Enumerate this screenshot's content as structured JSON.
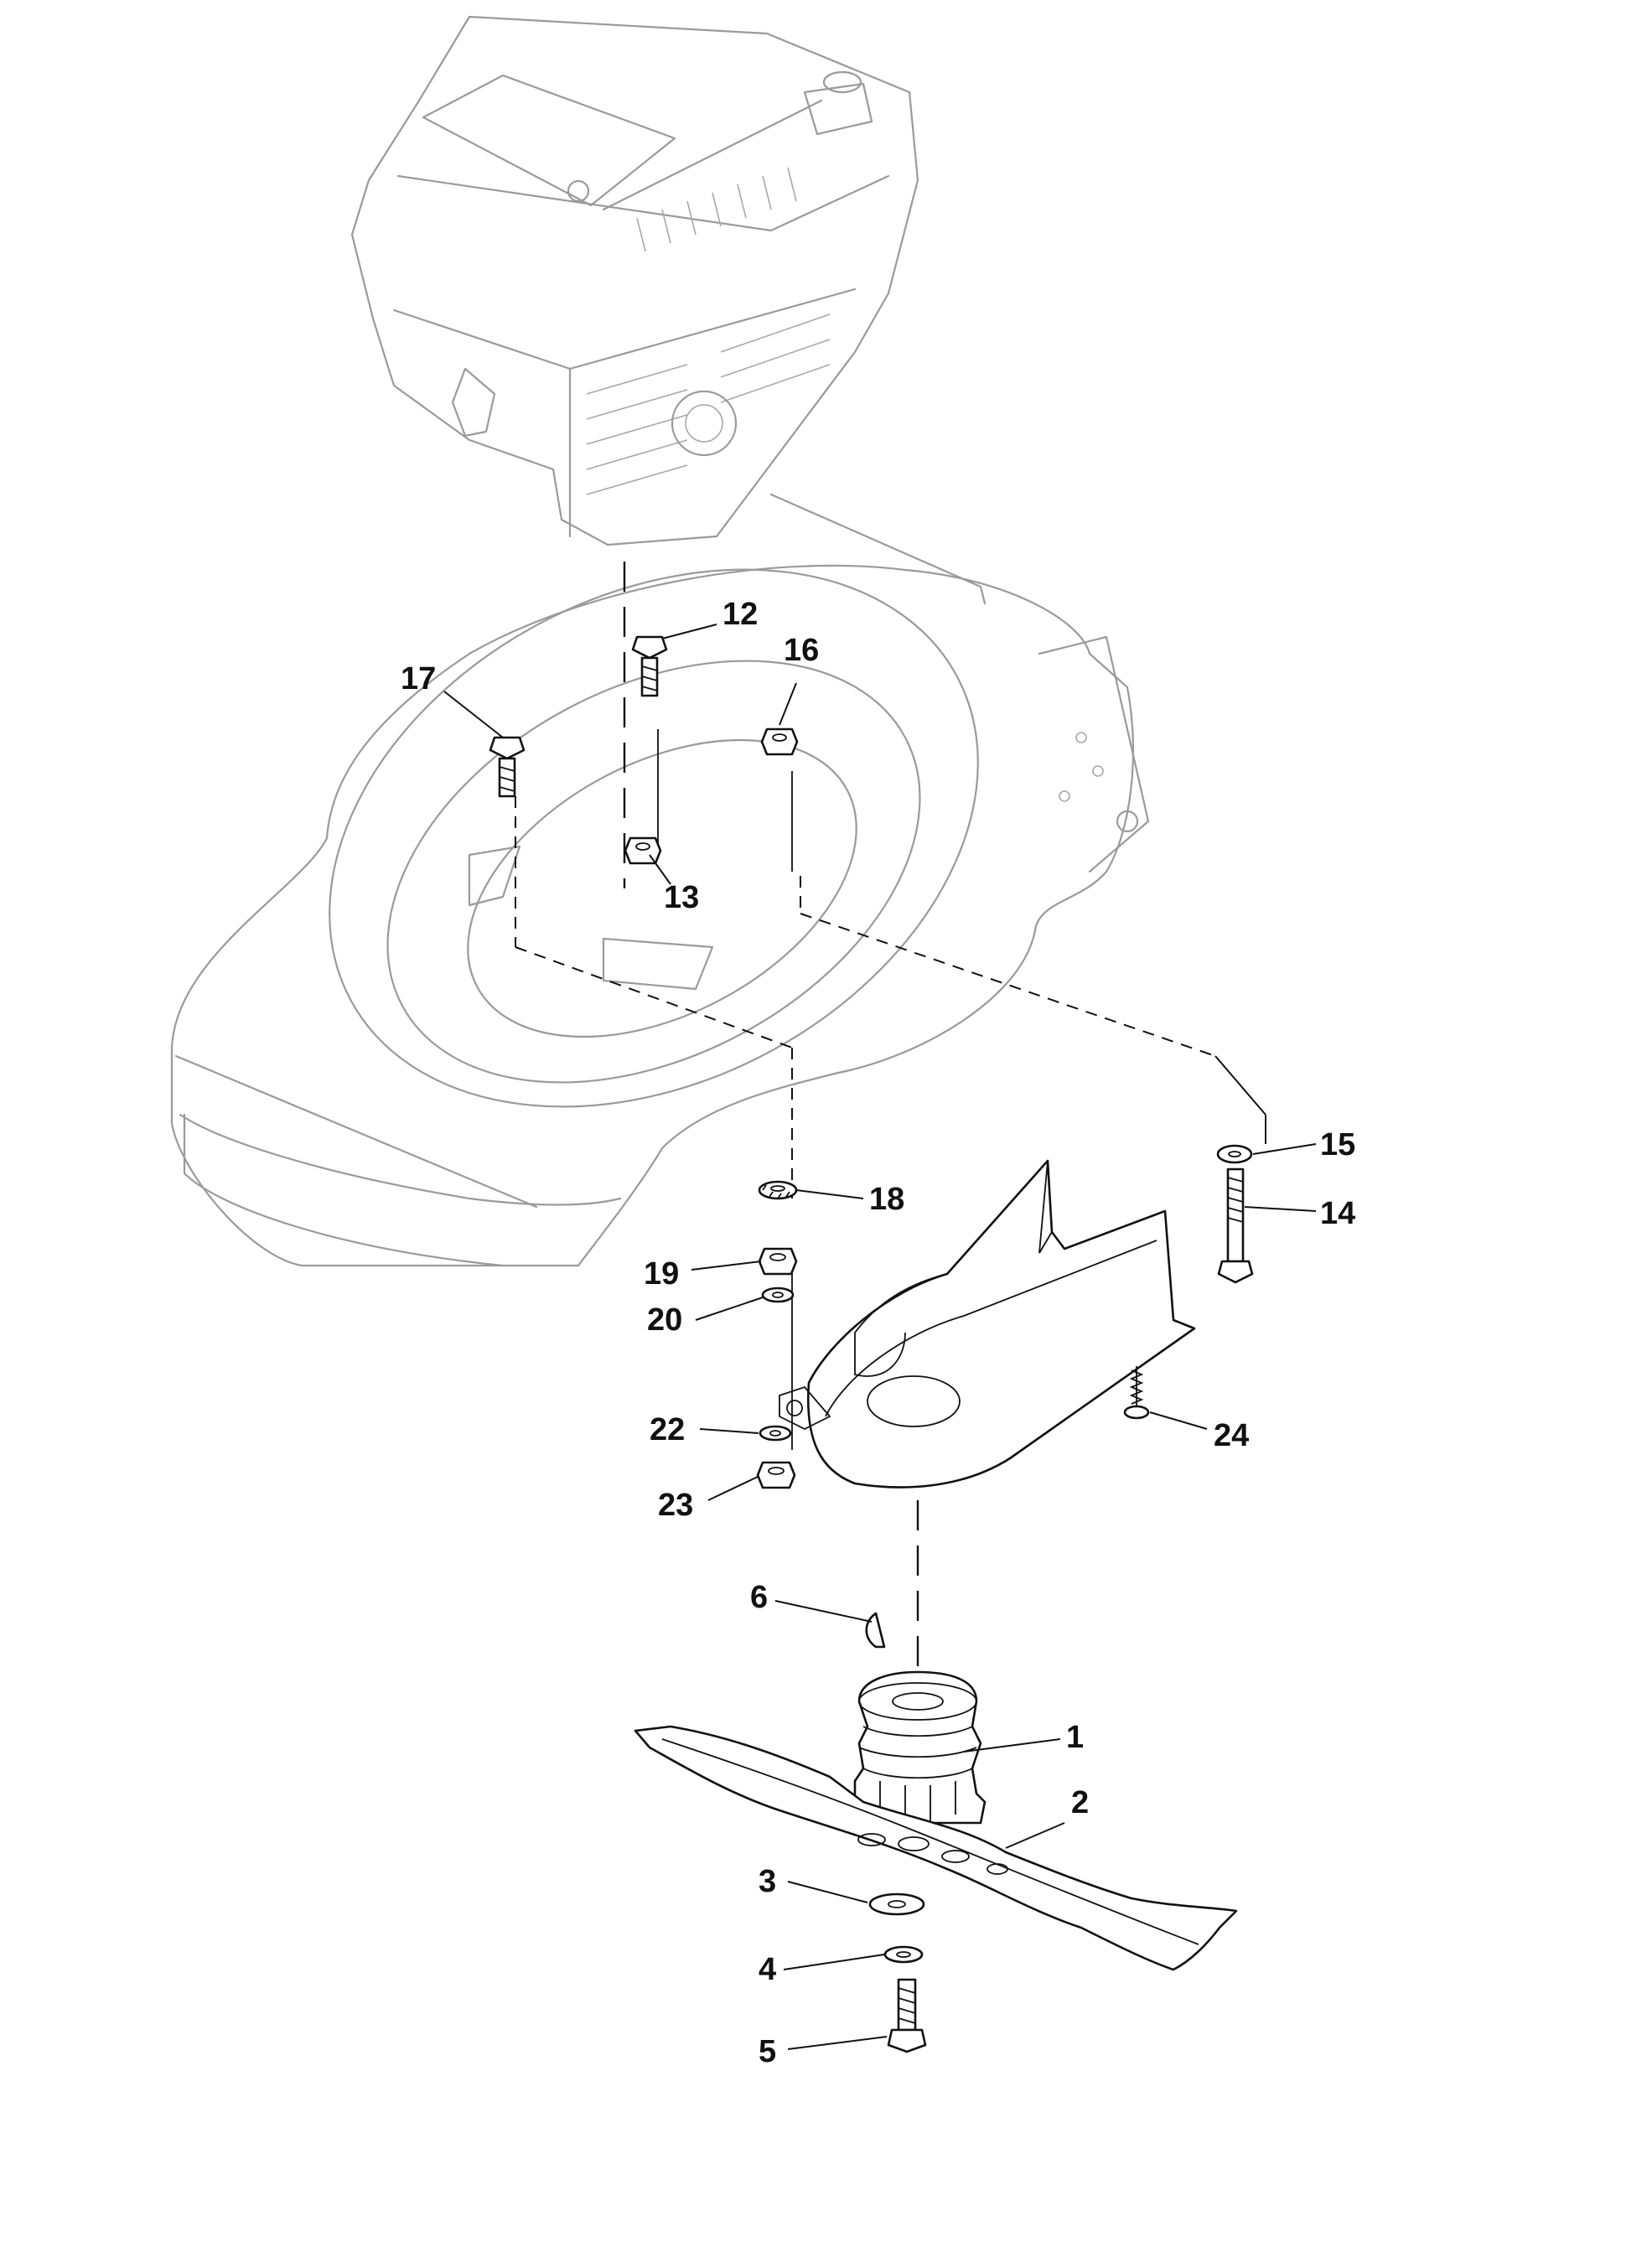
{
  "callouts": {
    "c1": "1",
    "c2": "2",
    "c3": "3",
    "c4": "4",
    "c5": "5",
    "c6": "6",
    "c12": "12",
    "c13": "13",
    "c14": "14",
    "c15": "15",
    "c16": "16",
    "c17": "17",
    "c18": "18",
    "c19": "19",
    "c20": "20",
    "c22": "22",
    "c23": "23",
    "c24": "24"
  },
  "colors": {
    "line": "#111111",
    "ghost": "#9a9a9a",
    "background": "#ffffff"
  }
}
